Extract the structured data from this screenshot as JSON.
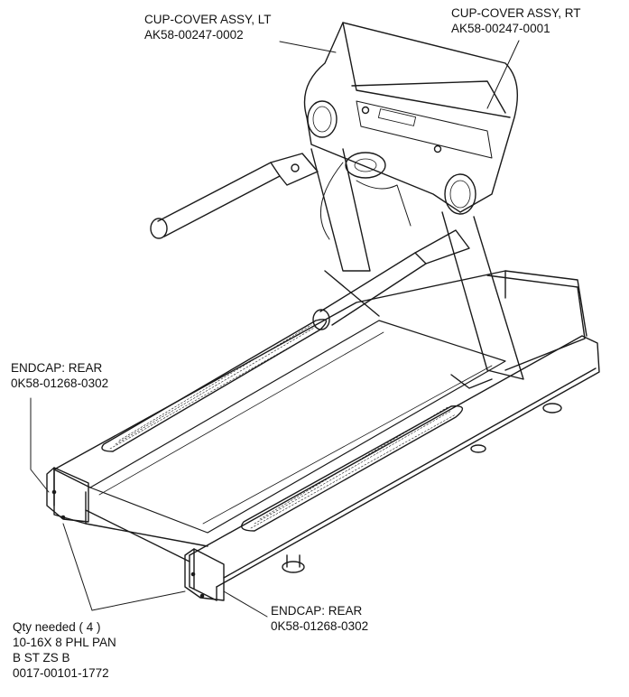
{
  "callouts": {
    "cup_cover_lt": {
      "line1": "CUP-COVER ASSY, LT",
      "line2": "AK58-00247-0002"
    },
    "cup_cover_rt": {
      "line1": "CUP-COVER ASSY, RT",
      "line2": "AK58-00247-0001"
    },
    "endcap_rear_left": {
      "line1": "ENDCAP: REAR",
      "line2": "0K58-01268-0302"
    },
    "endcap_rear_right": {
      "line1": "ENDCAP: REAR",
      "line2": "0K58-01268-0302"
    },
    "screw": {
      "line1": "Qty needed ( 4 )",
      "line2": "10-16X 8 PHL PAN",
      "line3": "B ST ZS B",
      "line4": "0017-00101-1772"
    }
  },
  "colors": {
    "line": "#1a1a1a",
    "background": "#ffffff"
  }
}
